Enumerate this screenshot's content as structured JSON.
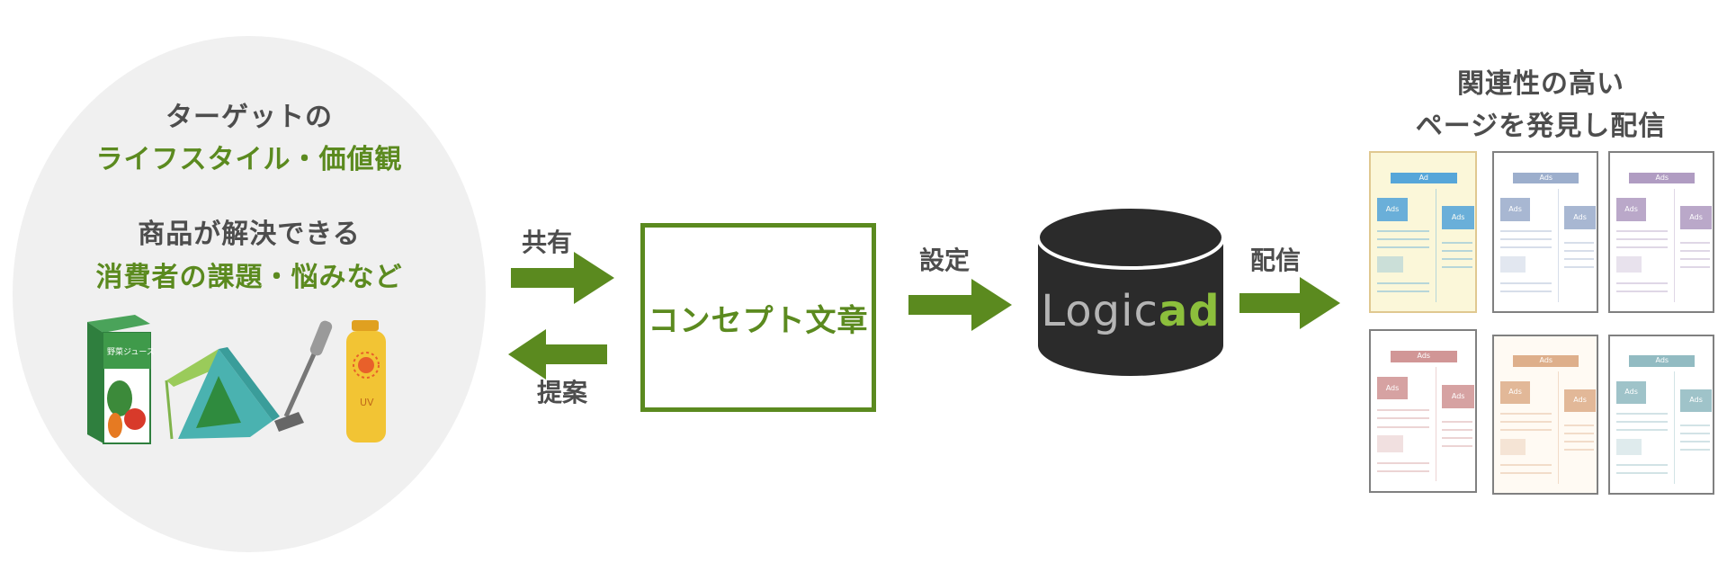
{
  "left": {
    "heading1_line1": "ターゲットの",
    "heading1_line2": "ライフスタイル・価値観",
    "heading2_line1": "商品が解決できる",
    "heading2_line2": "消費者の課題・悩みなど",
    "products": {
      "juice_label": "野菜ジュース",
      "sunscreen_label": "UV"
    }
  },
  "arrows": {
    "share_label": "共有",
    "propose_label": "提案",
    "setting_label": "設定",
    "delivery_label": "配信"
  },
  "concept_box": {
    "label": "コンセプト文章"
  },
  "database": {
    "logo_part1": "Logic",
    "logo_part2": "ad"
  },
  "right": {
    "title_line1": "関連性の高い",
    "title_line2": "ページを発見し配信",
    "thumbnails": [
      {
        "header": "Ad",
        "ad1": "Ads",
        "ad2": "Ads",
        "color": "#3a98d9",
        "bg": "#fbf7d9",
        "border": "#e0c890"
      },
      {
        "header": "Ads",
        "ad1": "Ads",
        "ad2": "Ads",
        "color": "#8ba0c4",
        "bg": "#ffffff",
        "border": "#808080"
      },
      {
        "header": "Ads",
        "ad1": "Ads",
        "ad2": "Ads",
        "color": "#a38bb8",
        "bg": "#ffffff",
        "border": "#808080"
      },
      {
        "header": "Ads",
        "ad1": "Ads",
        "ad2": "Ads",
        "color": "#c98484",
        "bg": "#ffffff",
        "border": "#808080"
      },
      {
        "header": "Ads",
        "ad1": "Ads",
        "ad2": "Ads",
        "color": "#d9a37a",
        "bg": "#fffaf3",
        "border": "#808080"
      },
      {
        "header": "Ads",
        "ad1": "Ads",
        "ad2": "Ads",
        "color": "#7fb0b8",
        "bg": "#ffffff",
        "border": "#808080"
      }
    ]
  },
  "colors": {
    "green": "#5b8a1f",
    "gray_text": "#4d4d4d",
    "db_dark": "#2b2b2b"
  }
}
